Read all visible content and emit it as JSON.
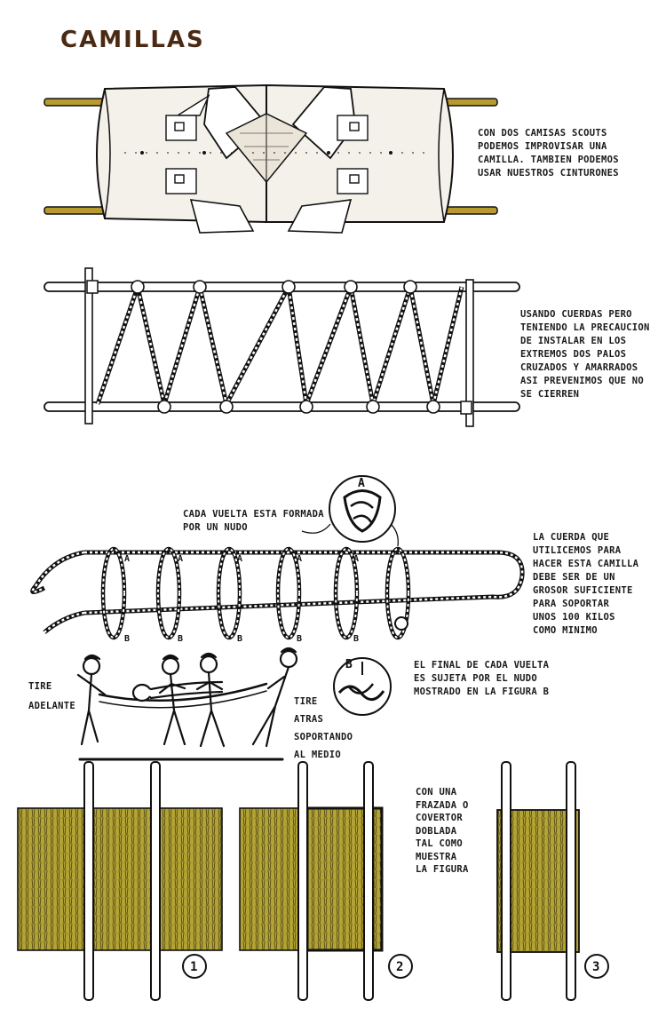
{
  "title": "CAMILLAS",
  "captions": {
    "shirts": "CON DOS CAMISAS SCOUTS\nPODEMOS IMPROVISAR UNA\nCAMILLA. TAMBIEN PODEMOS\nUSAR NUESTROS CINTURONES",
    "ropes": "USANDO CUERDAS PERO\nTENIENDO LA PRECAUCION\nDE INSTALAR EN LOS\nEXTREMOS DOS PALOS\nCRUZADOS Y AMARRADOS\nASI PREVENIMOS QUE NO\nSE CIERREN",
    "loop_knot": "CADA VUELTA ESTA FORMADA\nPOR UN NUDO",
    "rope_thickness": "LA CUERDA QUE\nUTILICEMOS PARA\nHACER ESTA CAMILLA\nDEBE SER DE UN\nGROSOR SUFICIENTE\nPARA SOPORTAR\nUNOS 100 KILOS\nCOMO MINIMO",
    "loop_end": "EL FINAL DE CADA VUELTA\nES SUJETA POR EL NUDO\nMOSTRADO EN LA FIGURA B",
    "pull_forward": "TIRE\nADELANTE",
    "pull_back": "TIRE\nATRAS\nSOPORTANDO\nAL MEDIO",
    "blanket": "CON UNA\nFRAZADA O\nCOVERTOR\nDOBLADA\nTAL COMO\nMUESTRA\nLA FIGURA"
  },
  "figure_labels": {
    "detail_a": "A",
    "detail_b": "B",
    "loop_a": "A",
    "loop_b": "B",
    "step_1": "1",
    "step_2": "2",
    "step_3": "3"
  },
  "colors": {
    "pole": "#b89a2e",
    "blanket": "#b3a234",
    "ink": "#111111",
    "title": "#4a2a12",
    "shirt": "#f4f1ea"
  }
}
